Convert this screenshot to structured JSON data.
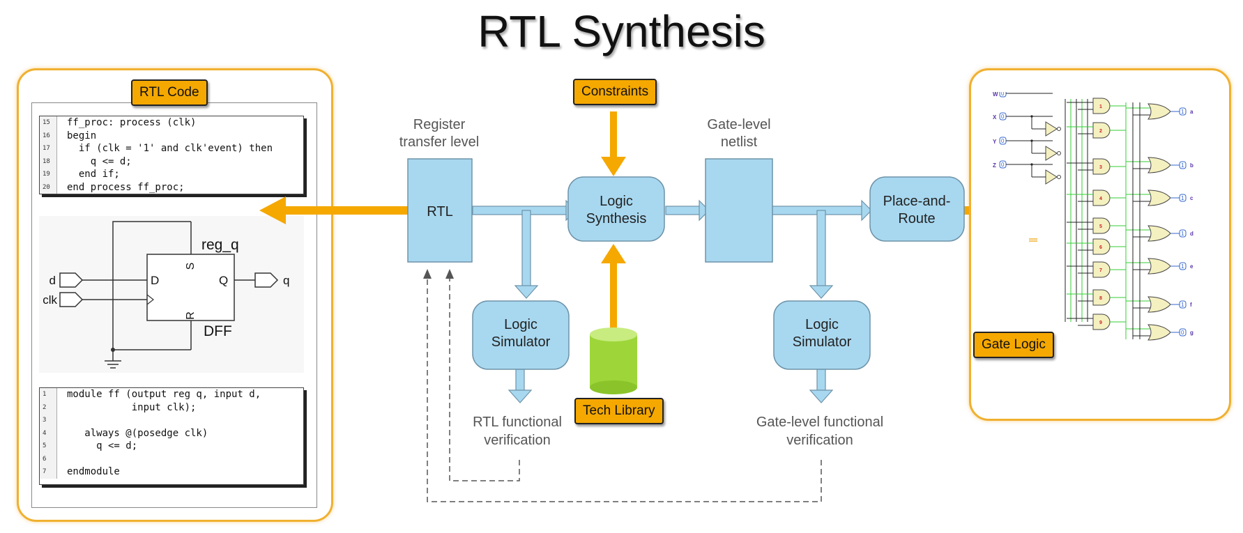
{
  "title": "RTL Synthesis",
  "tags": {
    "rtl_code": "RTL Code",
    "constraints": "Constraints",
    "tech_library": "Tech Library",
    "gate_logic": "Gate Logic"
  },
  "vhdl_code": [
    {
      "n": "15",
      "t": "ff_proc: process (clk)"
    },
    {
      "n": "16",
      "t": "begin"
    },
    {
      "n": "17",
      "t": "  if (clk = '1' and clk'event) then"
    },
    {
      "n": "18",
      "t": "    q <= d;"
    },
    {
      "n": "19",
      "t": "  end if;"
    },
    {
      "n": "20",
      "t": "end process ff_proc;"
    }
  ],
  "verilog_code": [
    {
      "n": "1",
      "t": "module ff (output reg q, input d,"
    },
    {
      "n": "2",
      "t": "           input clk);"
    },
    {
      "n": "3",
      "t": ""
    },
    {
      "n": "4",
      "t": "   always @(posedge clk)"
    },
    {
      "n": "5",
      "t": "     q <= d;"
    },
    {
      "n": "6",
      "t": ""
    },
    {
      "n": "7",
      "t": "endmodule"
    }
  ],
  "dff": {
    "reg_label": "reg_q",
    "name": "DFF",
    "pin_d": "D",
    "pin_q": "Q",
    "pin_s": "S",
    "pin_r": "R",
    "input_d": "d",
    "input_clk": "clk",
    "output_q": "q"
  },
  "flow": {
    "register_transfer_level": [
      "Register",
      "transfer level"
    ],
    "gate_level_netlist": [
      "Gate-level",
      "netlist"
    ],
    "rtl_box": "RTL",
    "logic_synthesis": [
      "Logic",
      "Synthesis"
    ],
    "place_and_route": [
      "Place-and-",
      "Route"
    ],
    "logic_simulator": [
      "Logic",
      "Simulator"
    ],
    "rtl_verification": [
      "RTL functional",
      "verification"
    ],
    "gate_verification": [
      "Gate-level functional",
      "verification"
    ]
  },
  "gate_logic": {
    "inputs": [
      "W",
      "X",
      "Y",
      "Z"
    ],
    "input_values": [
      "0",
      "0",
      "0",
      "0"
    ],
    "outputs": [
      "a",
      "b",
      "c",
      "d",
      "e",
      "f",
      "g"
    ],
    "output_values": [
      "1",
      "1",
      "1",
      "1",
      "1",
      "1",
      "0"
    ],
    "and_gates": [
      "1",
      "2",
      "3",
      "4",
      "5",
      "6",
      "7",
      "8",
      "9"
    ]
  },
  "colors": {
    "accent_orange": "#f5a800",
    "flow_blue": "#a8d8f0",
    "cylinder_green": "#9ed63a",
    "gate_fill": "#f5f0c0",
    "wire_green": "#33cc33"
  }
}
